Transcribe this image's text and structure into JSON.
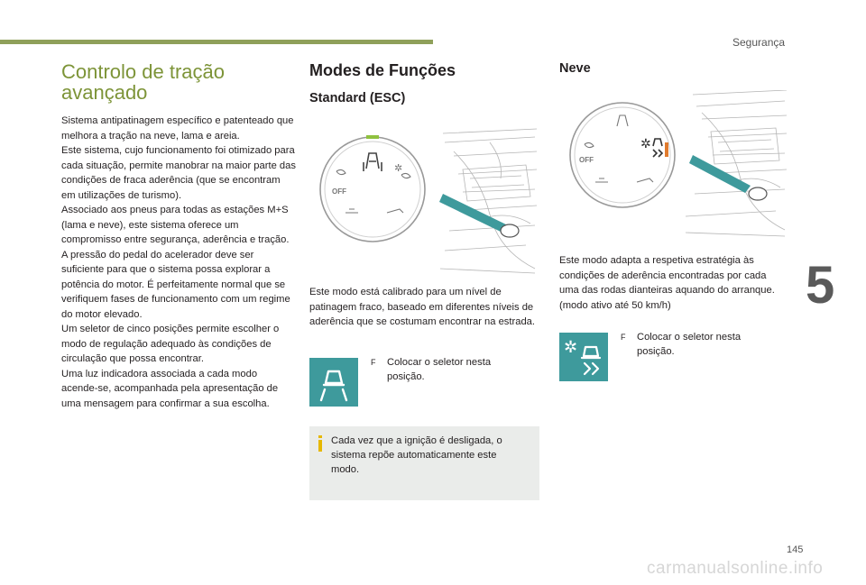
{
  "header": {
    "section": "Segurança",
    "chapter_number": "5",
    "page_number": "145"
  },
  "colors": {
    "accent_green": "#7d9438",
    "teal": "#3e9a9c",
    "note_bg": "#eaecea",
    "orange": "#e07b2e"
  },
  "left": {
    "title_line1": "Controlo de tração",
    "title_line2": "avançado",
    "paragraphs": [
      "Sistema antipatinagem específico e patenteado que melhora a tração na neve, lama e areia.",
      "Este sistema, cujo funcionamento foi otimizado para cada situação, permite manobrar na maior parte das condições de fraca aderência (que se encontram em utilizações de turismo).",
      "Associado aos pneus para todas as estações M+S (lama e neve), este sistema oferece um compromisso entre segurança, aderência e tração.",
      "A pressão do pedal do acelerador deve ser suficiente para que o sistema possa explorar a potência do motor. É perfeitamente normal que se verifiquem fases de funcionamento com um regime do motor elevado.",
      "Um seletor de cinco posições permite escolher o modo de regulação adequado às condições de circulação que possa encontrar.",
      "Uma luz indicadora associada a cada modo acende-se, acompanhada pela apresentação de uma mensagem para confirmar a sua escolha."
    ]
  },
  "middle": {
    "heading": "Modes de Funções",
    "subheading": "Standard (ESC)",
    "dial_off_label": "OFF",
    "paragraph": "Este modo está calibrado para um nível de patinagem fraco, baseado em diferentes níveis de aderência que se costumam encontrar na estrada.",
    "bullet_glyph": "F",
    "bullet_text": "Colocar o seletor nesta posição.",
    "note_text": "Cada vez que a ignição é desligada, o sistema repõe automaticamente este modo."
  },
  "right": {
    "heading": "Neve",
    "dial_off_label": "OFF",
    "paragraphs": [
      "Este modo adapta a respetiva estratégia às condições de aderência encontradas por cada uma das rodas dianteiras aquando do arranque.",
      "(modo ativo até 50 km/h)"
    ],
    "bullet_glyph": "F",
    "bullet_text": "Colocar o seletor nesta posição."
  },
  "watermark": "carmanualsonline.info"
}
